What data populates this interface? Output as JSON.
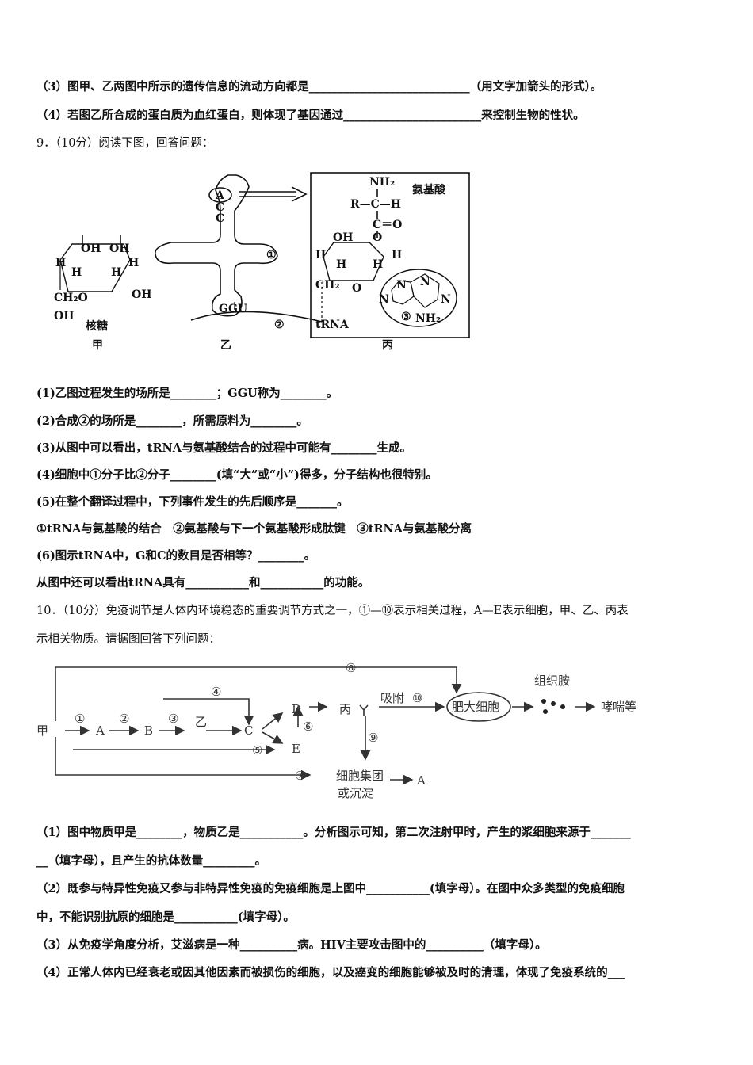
{
  "q8": {
    "l3": "（3）图甲、乙两图中所示的遗传信息的流动方向都是____________________________（用文字加箭头的形式）。",
    "l4": "（4）若图乙所合成的蛋白质为血红蛋白，则体现了基因通过________________________来控制生物的性状。"
  },
  "q9": {
    "head": "9．（10分）阅读下图，回答问题：",
    "fig": {
      "nh2_top": "NH₂",
      "aa_label": "氨基酸",
      "r_ch": "R—C—H",
      "c_o": "C＝O",
      "o_link": "O",
      "oh": "OH",
      "h": "H",
      "ch2o": "CH₂O",
      "ch2": "CH₂",
      "o": "O",
      "n": "N",
      "nh2": "NH₂",
      "trna": "tRNA",
      "oh_left": "OH",
      "ribose": "核糖",
      "jia": "甲",
      "yi": "乙",
      "bing": "丙",
      "acc_a": "A",
      "acc_c1": "C",
      "acc_c2": "C",
      "ggu": "GGU",
      "c1": "①",
      "c2": "②",
      "c3": "③"
    },
    "q1": "(1)乙图过程发生的场所是________；GGU称为________。",
    "q2": "(2)合成②的场所是________，所需原料为________。",
    "q3": "(3)从图中可以看出，tRNA与氨基酸结合的过程中可能有________生成。",
    "q4": "(4)细胞中①分子比②分子________(填“大”或“小”)得多，分子结构也很特别。",
    "q5": "(5)在整个翻译过程中，下列事件发生的先后顺序是_______。",
    "q5opts": "①tRNA与氨基酸的结合　②氨基酸与下一个氨基酸形成肽键　③tRNA与氨基酸分离",
    "q6": "(6)图示tRNA中，G和C的数目是否相等？________。",
    "q7": "从图中还可以看出tRNA具有___________和___________的功能。"
  },
  "q10": {
    "head1": "10．（10分）免疫调节是人体内环境稳态的重要调节方式之一，①—⑩表示相关过程，A—E表示细胞，甲、乙、丙表",
    "head2": "示相关物质。请据图回答下列问题：",
    "fig": {
      "jia": "甲",
      "a": "A",
      "b": "B",
      "c": "C",
      "d": "D",
      "e": "E",
      "yi": "乙",
      "bing": "丙",
      "n1": "①",
      "n2": "②",
      "n3": "③",
      "n4": "④",
      "n5": "⑤",
      "n6": "⑥",
      "n7": "⑦",
      "n8": "⑧",
      "n9": "⑨",
      "n10": "⑩",
      "adsorb": "吸附",
      "mast": "肥大细胞",
      "histamine": "组织胺",
      "wheeze": "哮喘等",
      "cluster1": "细胞集团",
      "cluster2": "或沉淀",
      "a_end": "A"
    },
    "l1a": "（1）图中物质甲是________，物质乙是___________。分析图示可知，第二次注射甲时，产生的浆细胞来源于_______",
    "l1b": "__（填字母），且产生的抗体数量_________。",
    "l2a": "（2）既参与特异性免疫又参与非特异性免疫的免疫细胞是上图中___________(填字母）。在图中众多类型的免疫细胞",
    "l2b": "中，不能识别抗原的细胞是___________(填字母）。",
    "l3": "（3）从免疫学角度分析，艾滋病是一种__________病。HIV主要攻击图中的__________（填字母）。",
    "l4": "（4）正常人体内已经衰老或因其他因素而被损伤的细胞，以及癌变的细胞能够被及时的清理，体现了免疫系统的___"
  }
}
